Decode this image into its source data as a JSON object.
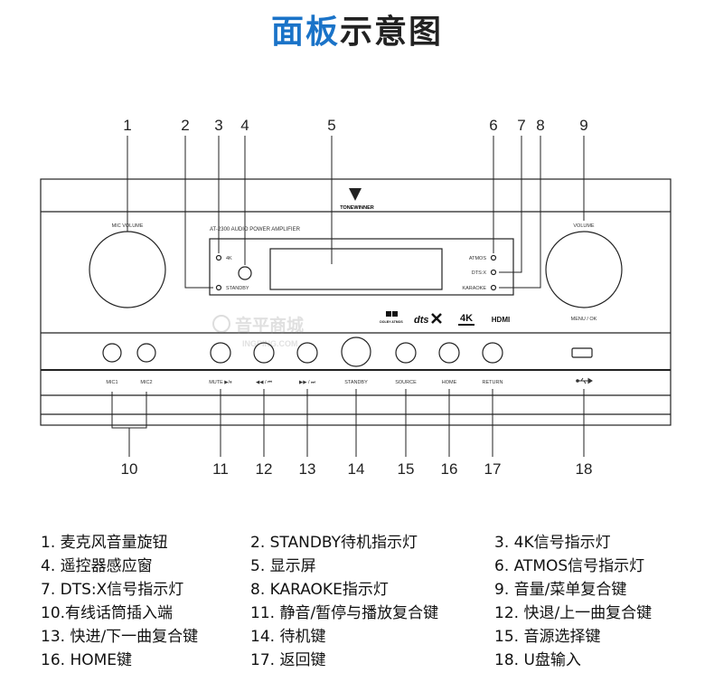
{
  "title": {
    "part1": "面板",
    "part2": "示意图"
  },
  "callouts": [
    "1",
    "2",
    "3",
    "4",
    "5",
    "6",
    "7",
    "8",
    "9",
    "10",
    "11",
    "12",
    "13",
    "14",
    "15",
    "16",
    "17",
    "18"
  ],
  "panel": {
    "brand": "TONEWINNER",
    "model": "AT-2300  AUDIO  POWER  AMPLIFIER",
    "mic_volume": "MIC VOLUME",
    "volume": "VOLUME",
    "menu_ok": "MENU / OK",
    "ind_4k": "4K",
    "ind_standby": "STANDBY",
    "ind_atmos": "ATMOS",
    "ind_dtsx": "DTS:X",
    "ind_karaoke": "KARAOKE",
    "logo_dolby": "DOLBY ATMOS",
    "logo_dts": "dts",
    "logo_4k": "4K",
    "logo_hdmi": "HDMI",
    "btn_mic1": "MIC1",
    "btn_mic2": "MIC2",
    "btn_mute": "MUTE  ▶/⏸",
    "btn_prev": "◀◀ / ⏮",
    "btn_next": "▶▶ / ⏭",
    "btn_standby": "STANDBY",
    "btn_source": "SOURCE",
    "btn_home": "HOME",
    "btn_return": "RETURN",
    "watermark_cn": "音平商城",
    "watermark_en": "INGPING.COM"
  },
  "legend": [
    "1. 麦克风音量旋钮",
    "2. STANDBY待机指示灯",
    "3. 4K信号指示灯",
    "4. 遥控器感应窗",
    "5. 显示屏",
    "6. ATMOS信号指示灯",
    "7. DTS:X信号指示灯",
    "8. KARAOKE指示灯",
    "9. 音量/菜单复合键",
    "10.有线话筒插入端",
    "11. 静音/暂停与播放复合键",
    "12. 快退/上一曲复合键",
    "13. 快进/下一曲复合键",
    "14. 待机键",
    "15. 音源选择键",
    "16. HOME键",
    "17. 返回键",
    "18. U盘输入"
  ]
}
